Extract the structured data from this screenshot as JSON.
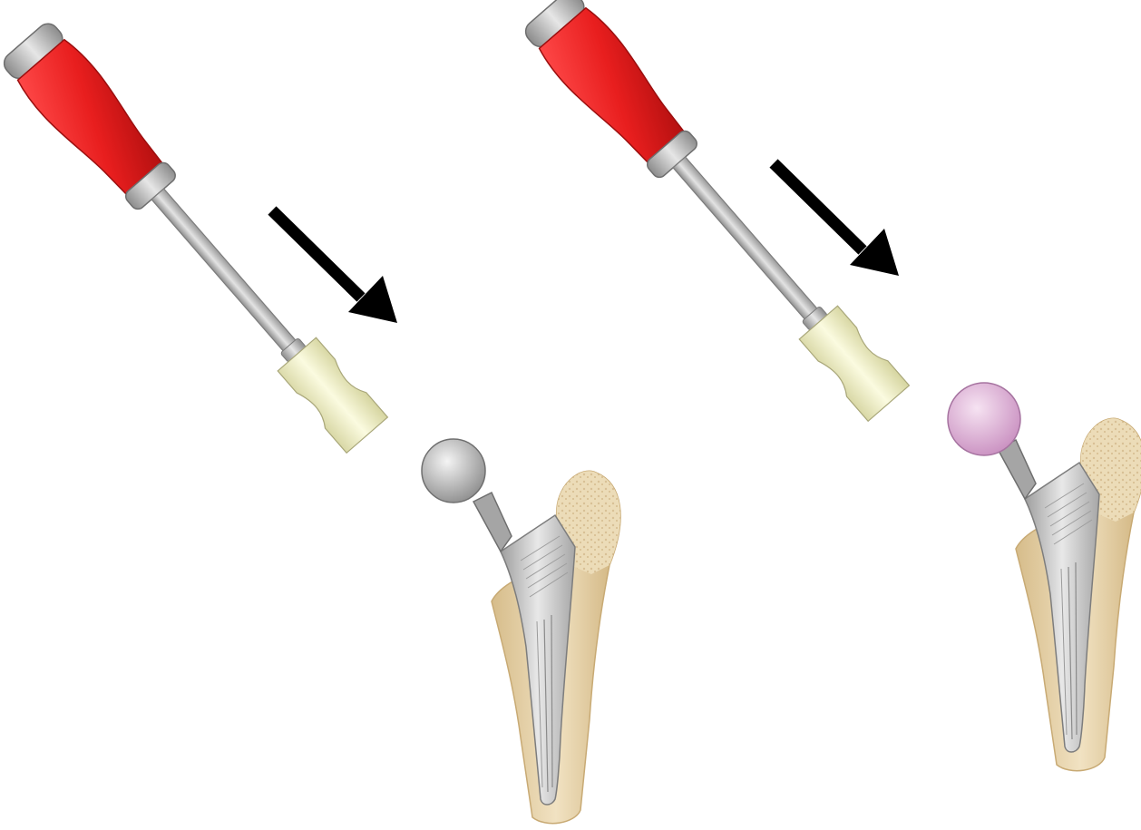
{
  "figure": {
    "panels": [
      {
        "name": "trial-head-impaction",
        "tool": "head-impactor",
        "head": "metal-trial-head",
        "direction": "impaction-arrow"
      },
      {
        "name": "final-head-impaction",
        "tool": "head-impactor",
        "head": "ceramic-head",
        "direction": "impaction-arrow"
      }
    ]
  },
  "colors": {
    "background": "#ffffff",
    "handle_red": "#e81e1e",
    "handle_cap_grey": "#a9a9a9",
    "shaft_grey": "#bcbcbc",
    "impactor_tip_cream": "#f3f2c7",
    "metal_head_grey": "#c4c4c4",
    "ceramic_head_pink": "#e2b7dc",
    "stem_grey": "#c9c9c9",
    "bone_tan": "#ecd9b4",
    "bone_dark": "#d6bc8a",
    "arrow_black": "#000000"
  },
  "icons": [
    "impaction-arrow-icon"
  ]
}
